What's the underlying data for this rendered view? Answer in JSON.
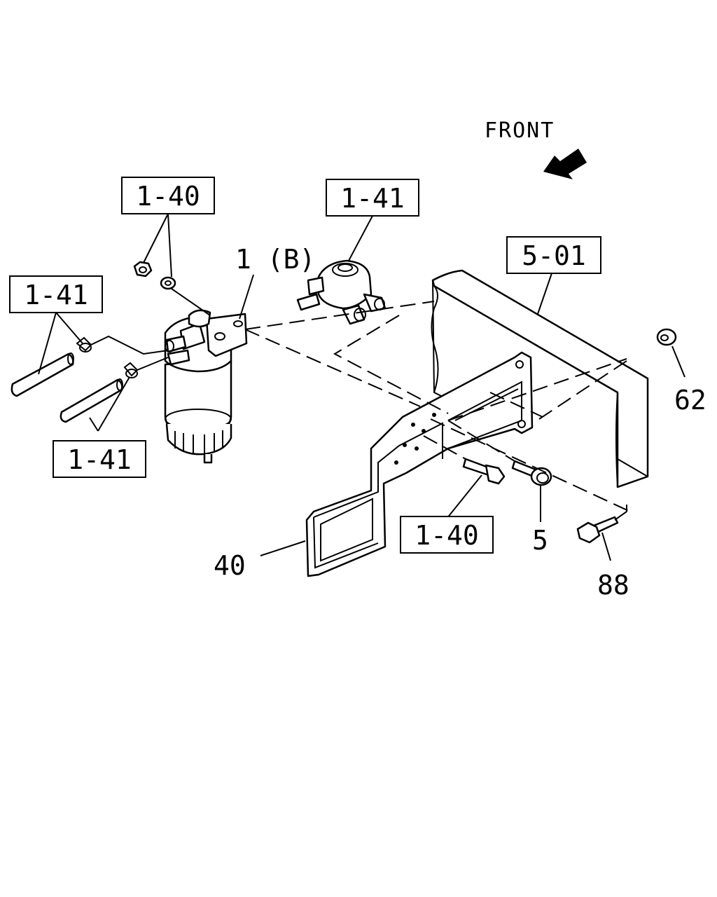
{
  "front_label": "FRONT",
  "callouts": {
    "ref_1_40_top": "1-40",
    "ref_1_41_top": "1-41",
    "ref_1_41_left": "1-41",
    "ref_1_41_lower": "1-41",
    "ref_5_01": "5-01",
    "ref_1_40_bottom": "1-40"
  },
  "part_numbers": {
    "p1b": "1 (B)",
    "p40": "40",
    "p5": "5",
    "p62": "62",
    "p88": "88"
  }
}
